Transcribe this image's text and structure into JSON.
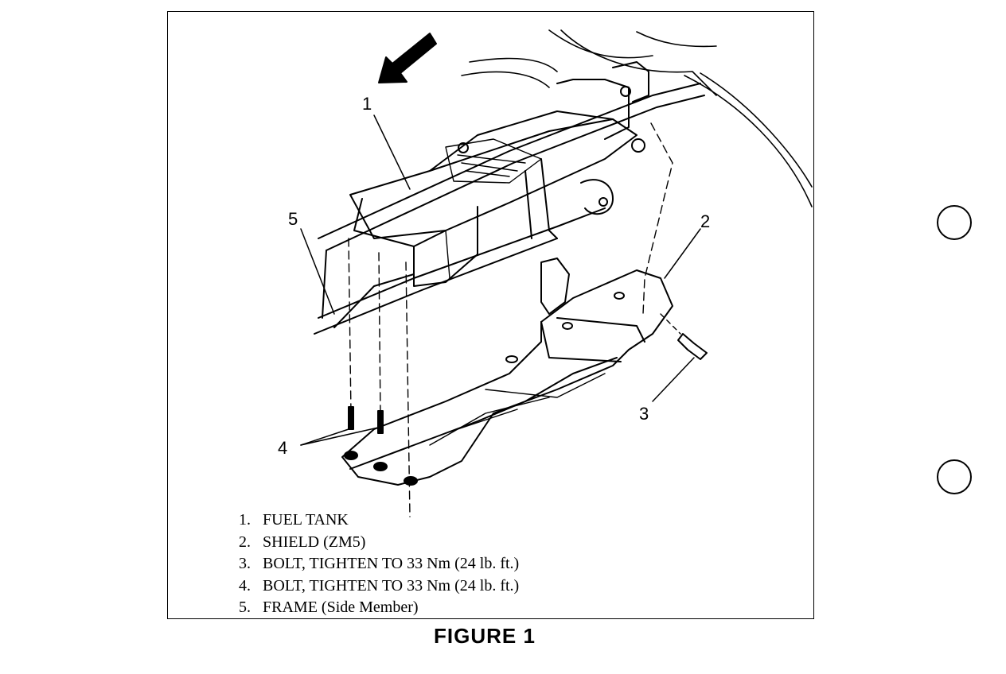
{
  "figure": {
    "title": "FIGURE 1"
  },
  "callouts": [
    {
      "label": "1"
    },
    {
      "label": "2"
    },
    {
      "label": "3"
    },
    {
      "label": "4"
    },
    {
      "label": "5"
    }
  ],
  "legend": {
    "items": [
      {
        "num": "1.",
        "text": "FUEL TANK"
      },
      {
        "num": "2.",
        "text": "SHIELD (ZM5)"
      },
      {
        "num": "3.",
        "text": "BOLT, TIGHTEN TO 33 Nm (24 lb. ft.)"
      },
      {
        "num": "4.",
        "text": "BOLT, TIGHTEN TO 33 Nm (24 lb. ft.)"
      },
      {
        "num": "5.",
        "text": "FRAME (Side Member)"
      }
    ]
  },
  "colors": {
    "ink": "#000000",
    "paper": "#ffffff"
  }
}
